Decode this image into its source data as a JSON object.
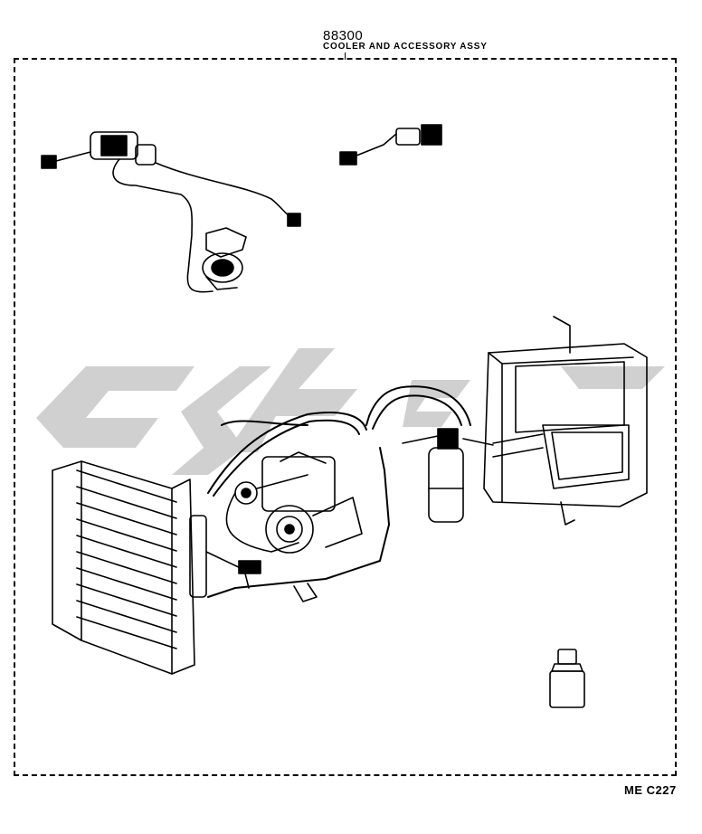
{
  "header": {
    "part_number": "88300",
    "part_name": "COOLER AND ACCESSORY ASSY"
  },
  "footer": {
    "figure_code": "ME C227"
  },
  "colors": {
    "line": "#000000",
    "watermark": "#c8c8c8",
    "background": "#ffffff"
  }
}
